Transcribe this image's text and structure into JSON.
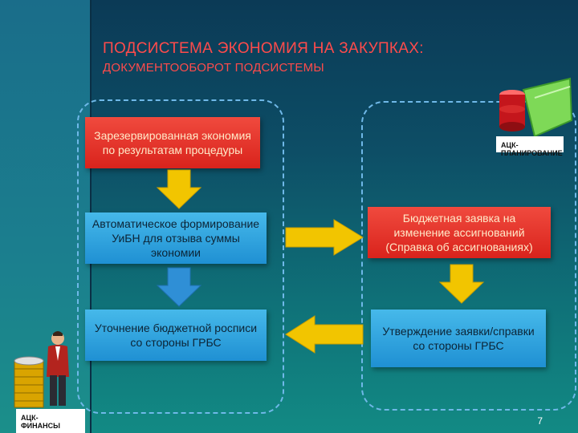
{
  "title": {
    "line1": "ПОДСИСТЕМА ЭКОНОМИЯ НА ЗАКУПКАХ:",
    "line2": "ДОКУМЕНТООБОРОТ ПОДСИСТЕМЫ"
  },
  "boxes": {
    "reserved": "Зарезервированная экономия по результатам процедуры",
    "auto_form": "Автоматическое формирование УиБН для отзыва суммы экономии",
    "budget_request": "Бюджетная заявка на изменение ассигнований (Справка об ассигнованиях)",
    "refine": "Уточнение бюджетной росписи со стороны ГРБС",
    "approve": "Утверждение заявки/справки со стороны ГРБС"
  },
  "logos": {
    "right_line1": "АЦК-",
    "right_line2": "ПЛАНИРОВАНИЕ",
    "left_line1": "АЦК-",
    "left_line2": "ФИНАНСЫ"
  },
  "page_number": "7",
  "colors": {
    "title": "#ff4b4b",
    "box_red": "#e0281f",
    "box_blue": "#2e9fdc",
    "arrow_yellow": "#f2c500",
    "arrow_blue": "#2f8fd6"
  },
  "icons": [
    "database-icon",
    "businessman-icon",
    "coin-stack-icon"
  ]
}
